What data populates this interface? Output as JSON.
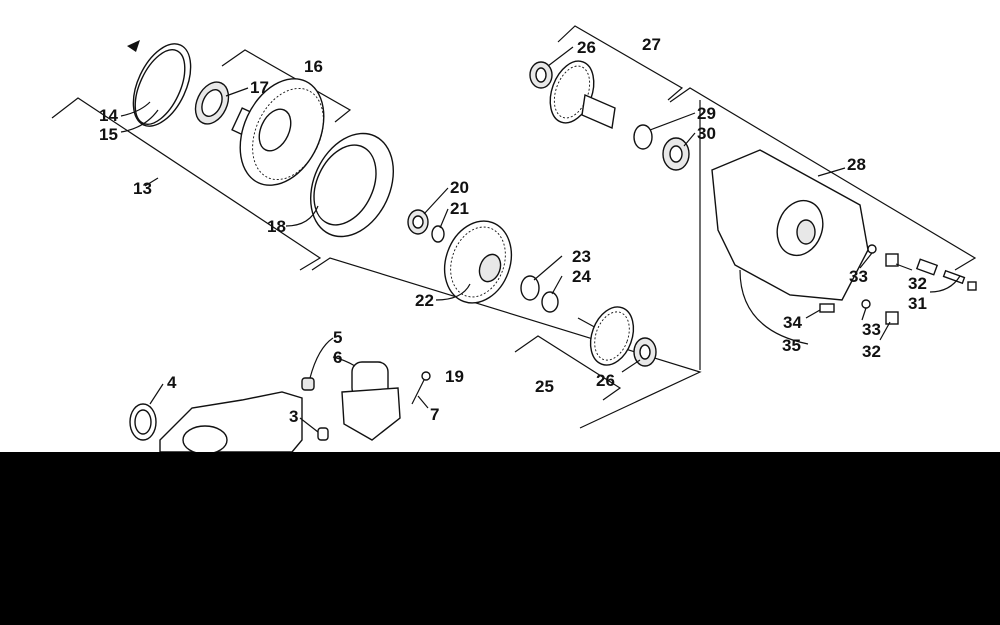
{
  "diagram": {
    "callouts": [
      "3",
      "4",
      "5",
      "6",
      "7",
      "13",
      "14",
      "15",
      "16",
      "17",
      "18",
      "19",
      "20",
      "21",
      "22",
      "23",
      "24",
      "25",
      "26",
      "26",
      "27",
      "28",
      "29",
      "30",
      "31",
      "32",
      "32",
      "33",
      "33",
      "34",
      "35"
    ]
  },
  "colors": {
    "ink": "#111111",
    "background": "#ffffff",
    "occlusion": "#000000"
  }
}
